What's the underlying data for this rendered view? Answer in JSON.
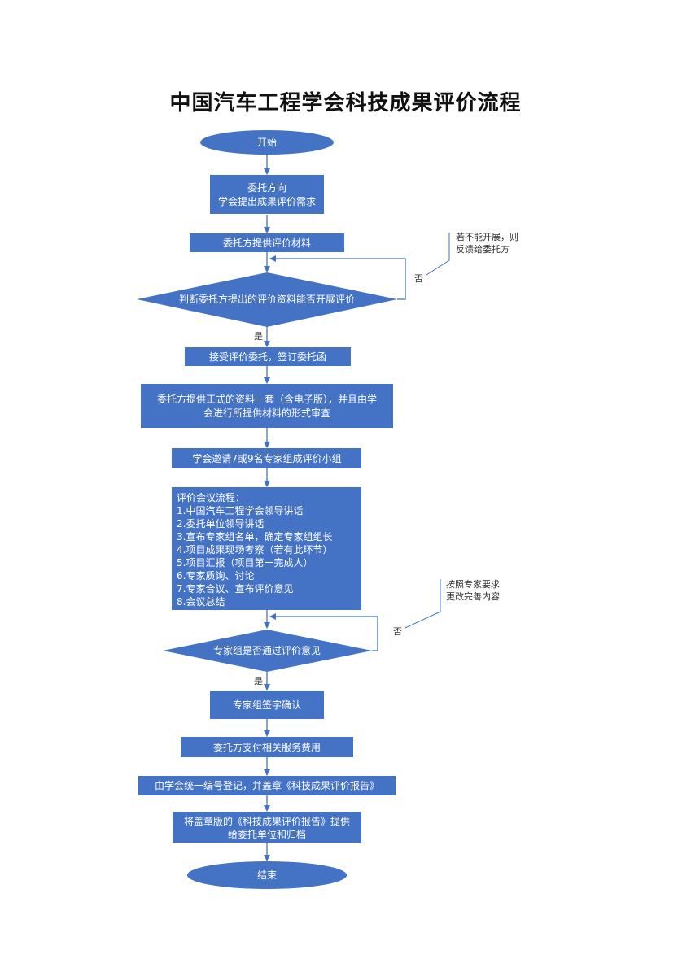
{
  "title": "中国汽车工程学会科技成果评价流程",
  "colors": {
    "node_fill": "#4472C4",
    "line": "#4472C4",
    "text_on_node": "#ffffff"
  },
  "nodes": {
    "start": "开始",
    "request": [
      "委托方向",
      "学会提出成果评价需求"
    ],
    "materials": "委托方提供评价材料",
    "judge": "判断委托方提出的评价资料能否开展评价",
    "accept": "接受评价委托，签订委托函",
    "formal": [
      "委托方提供正式的资料一套（含电子版），并且由学",
      "会进行所提供材料的形式审查"
    ],
    "invite": "学会邀请7或9名专家组成评价小组",
    "meeting": [
      "评价会议流程：",
      "1.中国汽车工程学会领导讲话",
      "2.委托单位领导讲话",
      "3.宣布专家组名单，确定专家组组长",
      "4.项目成果现场考察（若有此环节）",
      "5.项目汇报（项目第一完成人）",
      "6.专家质询、讨论",
      "7.专家合议、宣布评价意见",
      "8.会议总结"
    ],
    "decision": "专家组是否通过评价意见",
    "sign": "专家组签字确认",
    "fee": "委托方支付相关服务费用",
    "register": "由学会统一编号登记，并盖章《科技成果评价报告》",
    "deliver": [
      "将盖章版的《科技成果评价报告》提供",
      "给委托单位和归档"
    ],
    "end": "结束"
  },
  "labels": {
    "yes1": "是",
    "no1": "否",
    "yes2": "是",
    "no2": "否"
  },
  "notes": {
    "note1": [
      "若不能开展，则",
      "反馈给委托方"
    ],
    "note2": [
      "按照专家要求",
      "更改完善内容"
    ]
  }
}
